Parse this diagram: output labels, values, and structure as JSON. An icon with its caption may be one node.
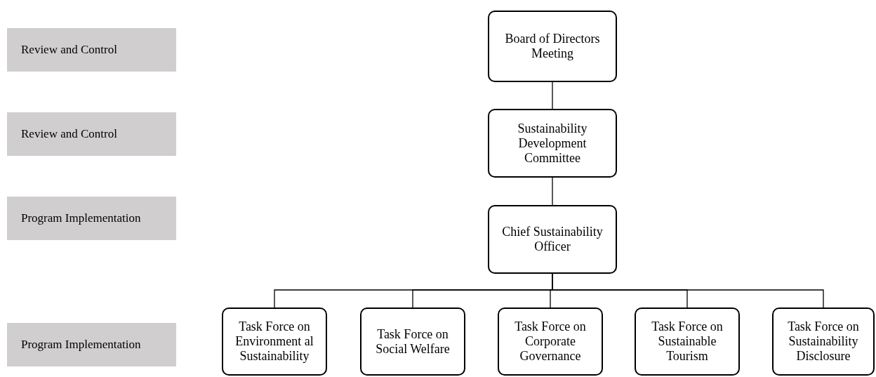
{
  "diagram": {
    "nodes": [
      {
        "text": [
          "Review and Control"
        ]
      },
      {
        "text": [
          "Board of Directors Meeting"
        ]
      },
      {
        "text": [
          "Review and Control"
        ]
      },
      {
        "text": [
          "Sustainability Development Committee"
        ]
      },
      {
        "text": [
          "Program Implementation"
        ]
      },
      {
        "text": [
          "Chief Sustainability Officer"
        ]
      },
      {
        "text": [
          "Program Implementation"
        ]
      },
      {
        "text": [
          "Task Force on Environment al Sustainability"
        ]
      },
      {
        "text": [
          "Task Force on Social Welfare"
        ]
      },
      {
        "text": [
          "Task Force on Corporate Governance"
        ]
      },
      {
        "text": [
          "Task Force on Sustainable Tourism"
        ]
      },
      {
        "text": [
          "Task Force on Sustainability Disclosure"
        ]
      }
    ],
    "edges": [
      {
        "from": 1,
        "to": 3,
        "arrow": "none"
      },
      {
        "from": 3,
        "to": 5,
        "arrow": "none"
      },
      {
        "from": 5,
        "to": 7,
        "arrow": "none"
      },
      {
        "from": 5,
        "to": 8,
        "arrow": "none"
      },
      {
        "from": 5,
        "to": 9,
        "arrow": "none"
      },
      {
        "from": 5,
        "to": 10,
        "arrow": "none"
      },
      {
        "from": 5,
        "to": 11,
        "arrow": "none"
      }
    ]
  }
}
